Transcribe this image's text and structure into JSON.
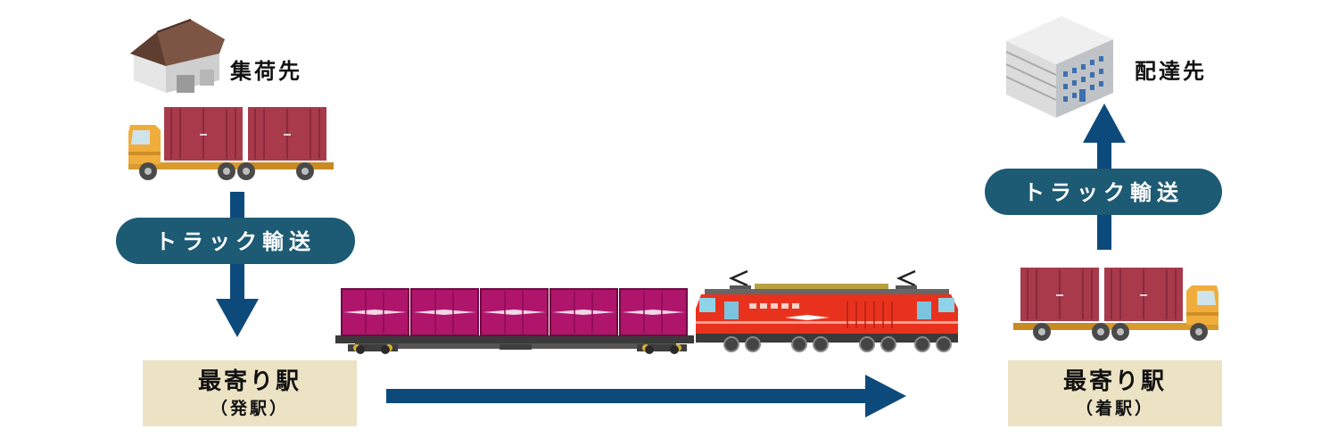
{
  "colors": {
    "flow_arrow": "#0d4a7c",
    "pill_bg": "#1d5a74",
    "station_bg": "#ece2c4",
    "truck_cab": "#f0ad3c",
    "truck_container": "#a83a4c",
    "rail_container": "#b0156c",
    "locomotive": "#e8321e"
  },
  "pickup": {
    "label": "集荷先",
    "icon": "warehouse-icon"
  },
  "delivery": {
    "label": "配達先",
    "icon": "office-building-icon"
  },
  "truck_transport_left": {
    "label": "トラック輸送"
  },
  "truck_transport_right": {
    "label": "トラック輸送"
  },
  "departure_station": {
    "title": "最寄り駅",
    "subtitle": "（発駅）"
  },
  "arrival_station": {
    "title": "最寄り駅",
    "subtitle": "（着駅）"
  },
  "vehicles": {
    "pickup_truck": "container-truck-icon",
    "delivery_truck": "container-truck-icon",
    "freight_train": "freight-train-icon",
    "locomotive": "electric-locomotive-icon"
  }
}
